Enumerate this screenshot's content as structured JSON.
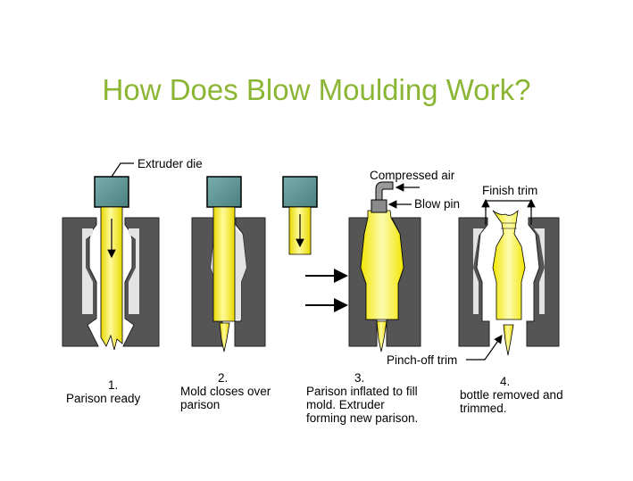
{
  "title": "How Does Blow Moulding Work?",
  "labels": {
    "extruder_die": "Extruder die",
    "compressed_air": "Compressed air",
    "blow_pin": "Blow pin",
    "finish_trim": "Finish trim",
    "pinch_off_trim": "Pinch-off trim"
  },
  "steps": [
    {
      "num": "1.",
      "text": "Parison ready"
    },
    {
      "num": "2.",
      "text": "Mold closes over\nparison"
    },
    {
      "num": "3.",
      "text": "Parison inflated to fill\nmold. Extruder\nforming new parison."
    },
    {
      "num": "4.",
      "text": "bottle removed and\ntrimmed."
    }
  ],
  "colors": {
    "title": "#8ab633",
    "mold": "#555555",
    "cavity": "#e3e3e3",
    "die": "#5e9494",
    "parison": "#f5ec0c",
    "parison_light": "#fafaa0"
  }
}
